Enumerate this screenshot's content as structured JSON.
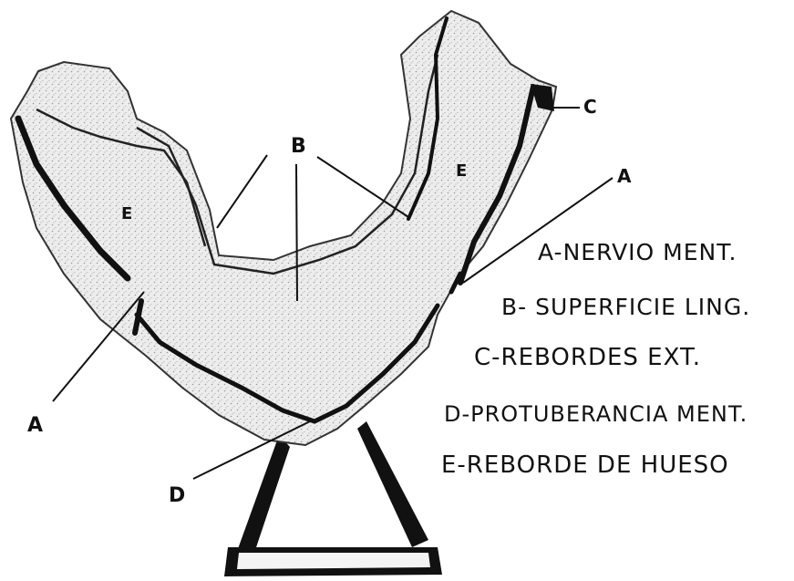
{
  "labels": {
    "a_left": "A",
    "a_right": "A",
    "b": "B",
    "c": "C",
    "d": "D",
    "e_left": "E",
    "e_right": "E"
  },
  "legend": [
    "A-NERVIO MENT.",
    "B- SUPERFICIE LING.",
    "C-REBORDES EXT.",
    "D-PROTUBERANCIA MENT.",
    "E-REBORDE DE HUESO"
  ],
  "colors": {
    "ink": "#111111",
    "bone_fill": "#ececec",
    "background": "#ffffff"
  }
}
